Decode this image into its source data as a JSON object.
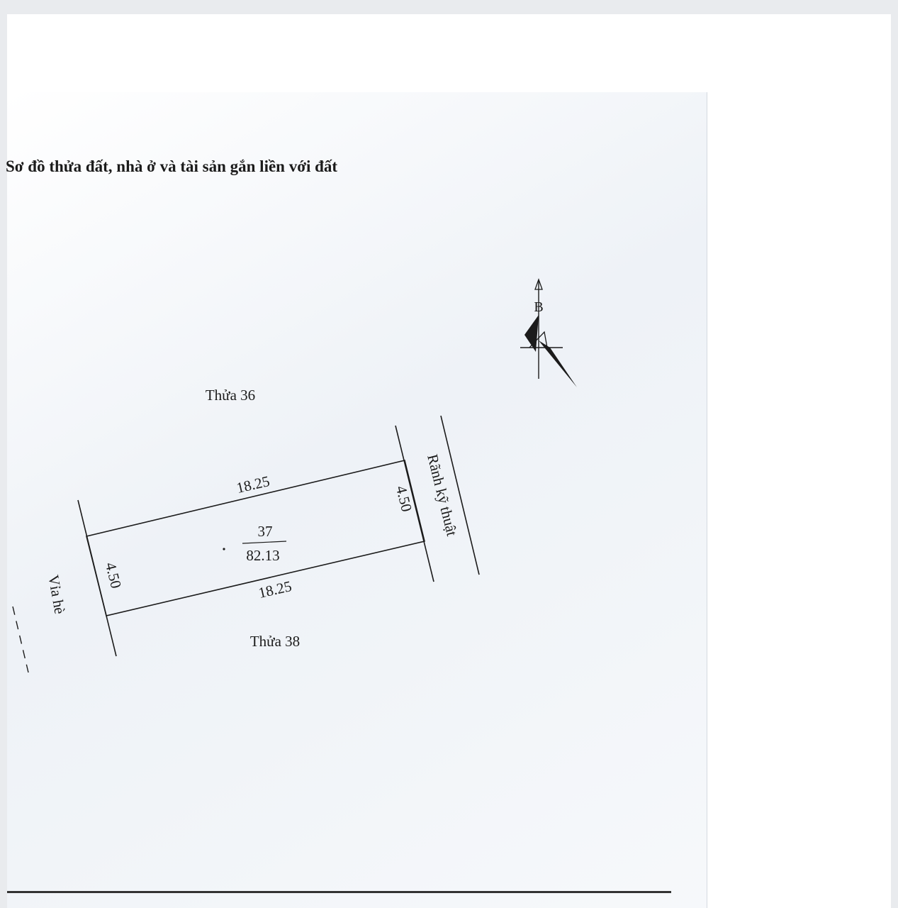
{
  "document": {
    "title": "Sơ đồ thửa đất, nhà ở và tài sản gắn liền với đất"
  },
  "plot": {
    "parcel_number": "37",
    "area": "82.13",
    "top_edge_length": "18.25",
    "bottom_edge_length": "18.25",
    "left_edge_length": "4.50",
    "right_edge_length": "4.50"
  },
  "neighbors": {
    "north_parcel": "Thửa 36",
    "south_parcel": "Thửa 38",
    "west_boundary": "Vỉa hè",
    "east_boundary": "Rãnh kỹ thuật"
  },
  "compass": {
    "north_label": "B",
    "icon": "north-arrow-icon"
  },
  "colors": {
    "ink": "#1b1b1b",
    "paper": "#ffffff"
  }
}
